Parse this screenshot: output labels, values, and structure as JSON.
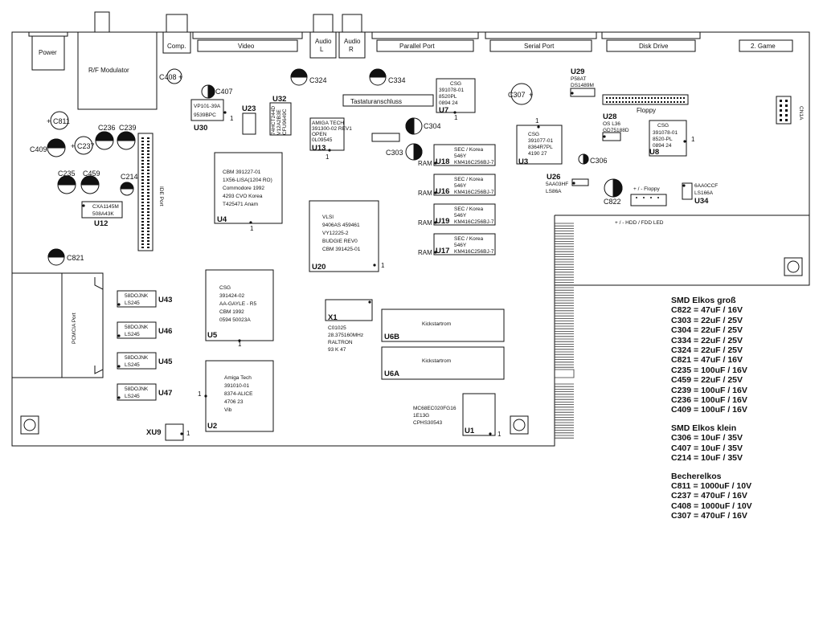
{
  "connectors": {
    "power": "Power",
    "rf": "R/F Modulator",
    "comp": "Comp.",
    "video": "Video",
    "audio_l1": "Audio",
    "audio_l2": "L",
    "audio_r1": "Audio",
    "audio_r2": "R",
    "parallel": "Parallel Port",
    "serial": "Serial Port",
    "disk": "Disk Drive",
    "game": "2. Game",
    "floppy_hdr": "Floppy",
    "tastatur": "Tastaturanschluss",
    "ide": "IDE Port",
    "pcmcia": "PCMCIA Port",
    "cn1a": "CN1A",
    "floppy_pwr": "+ / - Floppy",
    "led": "+ / - HDD / FDD  LED"
  },
  "chips": {
    "u30": {
      "ref": "U30",
      "l1": "VP101-39A",
      "l2": "9539BPC",
      "pin": "1"
    },
    "u23": {
      "ref": "U23"
    },
    "u32": {
      "ref": "U32",
      "l1": "74HCT244D",
      "l2": "V12A2B3E",
      "l3": "CFU9649C"
    },
    "u13": {
      "ref": "U13",
      "l1": "AMIGA TECH",
      "l2": "391300-02 REV1",
      "l3": "OPEN",
      "l4": "0L09545",
      "pin": "1"
    },
    "u7": {
      "ref": "U7",
      "l1": "CSG",
      "l2": "391078-01",
      "l3": "8520PL",
      "l4": "0894 24",
      "pin": "1"
    },
    "u3": {
      "ref": "U3",
      "l1": "CSG",
      "l2": "391077-01",
      "l3": "8364R7PL",
      "l4": "4190 27",
      "pin": "1"
    },
    "u29": {
      "ref": "U29",
      "l1": "P58AT",
      "l2": "DS1489M"
    },
    "u28": {
      "ref": "U28",
      "l1": "OS L36",
      "l2": "GD75188D"
    },
    "u8": {
      "ref": "U8",
      "l1": "CSG",
      "l2": "391078-01",
      "l3": "8520-PL",
      "l4": "0894 24",
      "pin": "1"
    },
    "u26": {
      "ref": "U26",
      "l1": "5AA03HF",
      "l2": "LS86A"
    },
    "u34": {
      "ref": "U34",
      "l1": "6AA0CCF",
      "l2": "LS166A"
    },
    "u4": {
      "ref": "U4",
      "l1": "CBM 391227-01",
      "l2": "1X56-LISA(1204 RO)",
      "l3": "Commodore 1992",
      "l4": "4293 CVO Korea",
      "l5": "T425471 Anam",
      "pin": "1"
    },
    "u20": {
      "ref": "U20",
      "l1": "VLSI",
      "l2": "9406AS  459461",
      "l3": "VY12225-2",
      "l4": "BUDGIE REV0",
      "l5": "CBM 391425-01",
      "pin": "1"
    },
    "u12": {
      "ref": "U12",
      "l1": "CXA1145M",
      "l2": "508A43K"
    },
    "ram": [
      {
        "ref": "U18",
        "l1": "SEC / Korea",
        "l2": "546Y",
        "l3": "KM416C256BJ-7",
        "ram": "RAM"
      },
      {
        "ref": "U16",
        "l1": "SEC / Korea",
        "l2": "546Y",
        "l3": "KM416C256BJ-7",
        "ram": "RAM"
      },
      {
        "ref": "U19",
        "l1": "SEC / Korea",
        "l2": "546Y",
        "l3": "KM416C256BJ-7",
        "ram": "RAM"
      },
      {
        "ref": "U17",
        "l1": "SEC / Korea",
        "l2": "546Y",
        "l3": "KM416C256BJ-7",
        "ram": "RAM"
      }
    ],
    "u5": {
      "ref": "U5",
      "l1": "CSG",
      "l2": "391424-02",
      "l3": "AA-GAYLE - R5",
      "l4": "CBM 1992",
      "l5": "0594  50023A",
      "pin": "1"
    },
    "buffers": [
      {
        "ref": "U43",
        "l1": "58DOJNK",
        "l2": "LS245"
      },
      {
        "ref": "U46",
        "l1": "58DOJNK",
        "l2": "LS245"
      },
      {
        "ref": "U45",
        "l1": "58DOJNK",
        "l2": "LS245"
      },
      {
        "ref": "U47",
        "l1": "58DOJNK",
        "l2": "LS245"
      }
    ],
    "x1": {
      "ref": "X1",
      "l1": "C01025",
      "l2": "28.375160MHz",
      "l3": "RALTRON",
      "l4": "93 K 47"
    },
    "u6b": {
      "ref": "U6B",
      "label": "Kickstartrom"
    },
    "u6a": {
      "ref": "U6A",
      "label": "Kickstartrom"
    },
    "u2": {
      "ref": "U2",
      "l1": "Amiga Tech",
      "l2": "391010-01",
      "l3": "8374-ALICE",
      "l4": "4706 23",
      "l5": "Vib",
      "pin": "1"
    },
    "u1": {
      "ref": "U1",
      "l1": "MC68EC020FG16",
      "l2": "1E13G",
      "l3": "CPHS30543",
      "pin": "1"
    },
    "xu9": {
      "ref": "XU9",
      "pin": "1"
    }
  },
  "caps": {
    "c408": "C408",
    "c407": "C407",
    "c324": "C324",
    "c334": "C334",
    "c307": "C307",
    "c811": "C811",
    "c236": "C236",
    "c239": "C239",
    "c409": "C409",
    "c237": "C237",
    "c235": "C235",
    "c459": "C459",
    "c214": "C214",
    "c821": "C821",
    "c304": "C304",
    "c303": "C303",
    "c306": "C306",
    "c822": "C822",
    "plus": "+"
  },
  "legend": {
    "h1": "SMD Elkos groß",
    "g1": [
      "C822 = 47uF / 16V",
      "C303 = 22uF / 25V",
      "C304 = 22uF / 25V",
      "C334 = 22uF / 25V",
      "C324 = 22uF / 25V",
      "C821 = 47uF / 16V",
      "C235 = 100uF / 16V",
      "C459 = 22uF / 25V",
      "C239 = 100uF / 16V",
      "C236 = 100uF / 16V",
      "C409 = 100uF / 16V"
    ],
    "h2": "SMD Elkos klein",
    "g2": [
      "C306 = 10uF / 35V",
      "C407 = 10uF / 35V",
      "C214 = 10uF / 35V"
    ],
    "h3": "Becherelkos",
    "g3": [
      "C811 = 1000uF / 10V",
      "C237 = 470uF / 16V",
      "C408 = 1000uF / 10V",
      "C307 = 470uF / 16V"
    ]
  },
  "colors": {
    "line": "#111111",
    "fill": "#ffffff",
    "hatch": "#666666"
  }
}
